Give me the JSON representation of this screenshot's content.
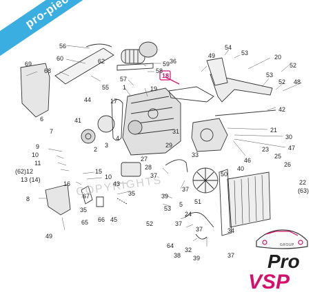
{
  "banner": {
    "text": "pro-piece-vsp.com",
    "color": "#3aaee0"
  },
  "watermark": {
    "text": "COPYRIGHTS"
  },
  "logo": {
    "group": "GROUP",
    "pro": "Pro",
    "vsp": "VSP",
    "accent": "#d6106a"
  },
  "callouts": [
    {
      "id": "56",
      "label": "56"
    },
    {
      "id": "60",
      "label": "60"
    },
    {
      "id": "69",
      "label": "69"
    },
    {
      "id": "68",
      "label": "68"
    },
    {
      "id": "55",
      "label": "55"
    },
    {
      "id": "62",
      "label": "62"
    },
    {
      "id": "36",
      "label": "36"
    },
    {
      "id": "59",
      "label": "59"
    },
    {
      "id": "58",
      "label": "58"
    },
    {
      "id": "57",
      "label": "57"
    },
    {
      "id": "1",
      "label": "1"
    },
    {
      "id": "18",
      "label": "18"
    },
    {
      "id": "19",
      "label": "19"
    },
    {
      "id": "49a",
      "label": "49"
    },
    {
      "id": "54",
      "label": "54"
    },
    {
      "id": "53a",
      "label": "53"
    },
    {
      "id": "20",
      "label": "20"
    },
    {
      "id": "52a",
      "label": "52"
    },
    {
      "id": "53b",
      "label": "53"
    },
    {
      "id": "52b",
      "label": "52"
    },
    {
      "id": "48",
      "label": "48"
    },
    {
      "id": "44",
      "label": "44"
    },
    {
      "id": "17",
      "label": "17"
    },
    {
      "id": "6",
      "label": "6"
    },
    {
      "id": "41",
      "label": "41"
    },
    {
      "id": "7",
      "label": "7"
    },
    {
      "id": "2",
      "label": "2"
    },
    {
      "id": "3",
      "label": "3"
    },
    {
      "id": "4",
      "label": "4"
    },
    {
      "id": "31",
      "label": "31"
    },
    {
      "id": "42",
      "label": "42"
    },
    {
      "id": "21",
      "label": "21"
    },
    {
      "id": "30",
      "label": "30"
    },
    {
      "id": "47",
      "label": "47"
    },
    {
      "id": "29",
      "label": "29"
    },
    {
      "id": "33",
      "label": "33"
    },
    {
      "id": "23",
      "label": "23"
    },
    {
      "id": "25",
      "label": "25"
    },
    {
      "id": "26",
      "label": "26"
    },
    {
      "id": "46",
      "label": "46"
    },
    {
      "id": "40",
      "label": "40"
    },
    {
      "id": "9",
      "label": "9"
    },
    {
      "id": "10a",
      "label": "10"
    },
    {
      "id": "11",
      "label": "11"
    },
    {
      "id": "62_12",
      "label": "(62)12"
    },
    {
      "id": "13_14",
      "label": "13 (14)"
    },
    {
      "id": "15",
      "label": "15"
    },
    {
      "id": "10b",
      "label": "10"
    },
    {
      "id": "16",
      "label": "16"
    },
    {
      "id": "43",
      "label": "43"
    },
    {
      "id": "27",
      "label": "27"
    },
    {
      "id": "28",
      "label": "28"
    },
    {
      "id": "37a",
      "label": "37"
    },
    {
      "id": "37b",
      "label": "37"
    },
    {
      "id": "50",
      "label": "50"
    },
    {
      "id": "22",
      "label": "22"
    },
    {
      "id": "63",
      "label": "(63)"
    },
    {
      "id": "8",
      "label": "8"
    },
    {
      "id": "67",
      "label": "67"
    },
    {
      "id": "35a",
      "label": "35"
    },
    {
      "id": "35b",
      "label": "35"
    },
    {
      "id": "39a",
      "label": "39"
    },
    {
      "id": "53c",
      "label": "53"
    },
    {
      "id": "51",
      "label": "51"
    },
    {
      "id": "5",
      "label": "5"
    },
    {
      "id": "24",
      "label": "24"
    },
    {
      "id": "65",
      "label": "65"
    },
    {
      "id": "66",
      "label": "66"
    },
    {
      "id": "45",
      "label": "45"
    },
    {
      "id": "52c",
      "label": "52"
    },
    {
      "id": "37c",
      "label": "37"
    },
    {
      "id": "37d",
      "label": "37"
    },
    {
      "id": "34",
      "label": "34"
    },
    {
      "id": "49b",
      "label": "49"
    },
    {
      "id": "64",
      "label": "64"
    },
    {
      "id": "32",
      "label": "32"
    },
    {
      "id": "38",
      "label": "38"
    },
    {
      "id": "39b",
      "label": "39"
    },
    {
      "id": "37e",
      "label": "37"
    }
  ]
}
